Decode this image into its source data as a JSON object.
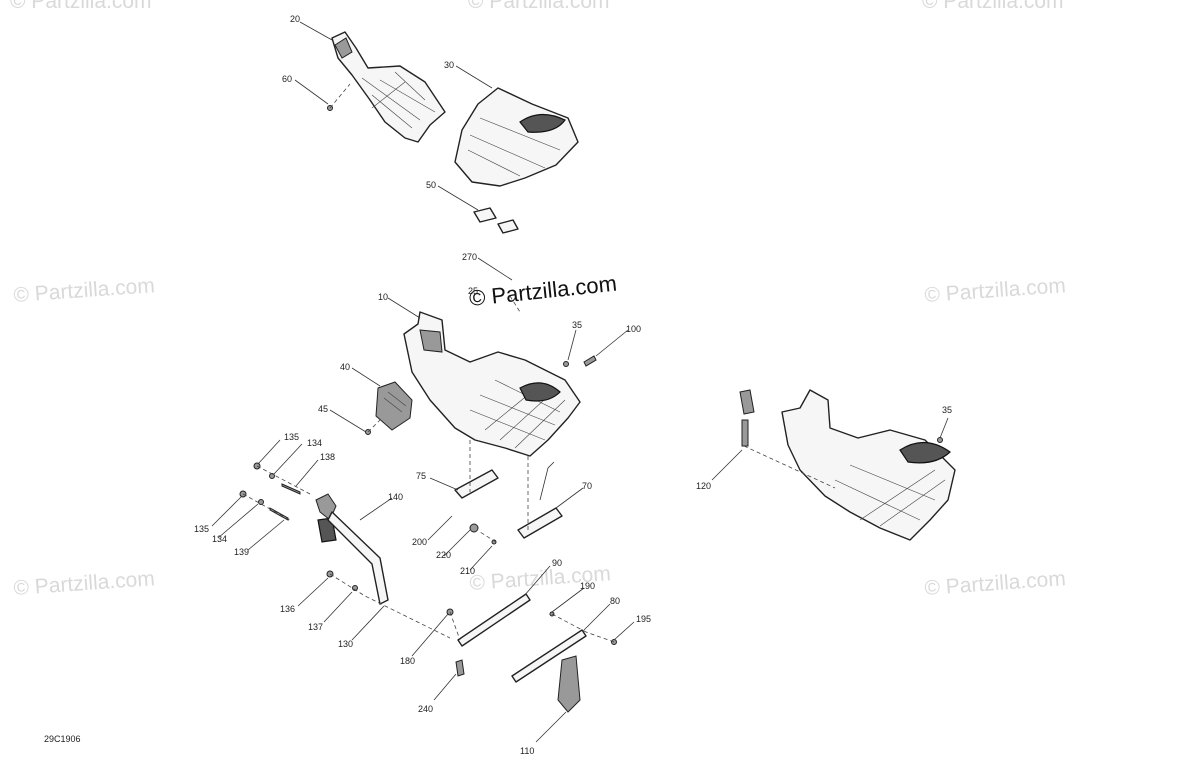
{
  "diagram": {
    "watermark_text": "© Partzilla.com",
    "drawing_code": "29C1906",
    "callouts": [
      "20",
      "30",
      "60",
      "50",
      "270",
      "10",
      "25",
      "35",
      "100",
      "40",
      "45",
      "135",
      "134",
      "138",
      "140",
      "75",
      "70",
      "135",
      "134",
      "139",
      "200",
      "220",
      "210",
      "90",
      "190",
      "80",
      "136",
      "137",
      "195",
      "130",
      "180",
      "240",
      "110",
      "120",
      "35"
    ]
  }
}
